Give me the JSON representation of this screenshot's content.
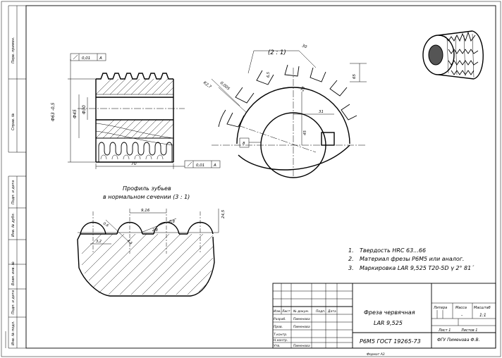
{
  "side_columns": [
    "Перв. примен.",
    "Справ. №",
    "Подп. и дата",
    "Инв. № дубл.",
    "Взам. инв. №",
    "Подп. и дата",
    "Инв. № подл."
  ],
  "section_view": {
    "scale_label": "(2 : 1)",
    "dimensions": [
      "30",
      "R2,7",
      "0,005",
      "23",
      "31",
      "65",
      "45",
      "6,5"
    ],
    "surface_marker": "8"
  },
  "main_view": {
    "tolerance_top": [
      "0,01",
      "А"
    ],
    "tolerance_bottom": [
      "0,01",
      "А"
    ],
    "diameters": [
      "Ф63 -0,5",
      "Ф45",
      "Ф30"
    ],
    "length": "70"
  },
  "tooth_profile": {
    "title_line1": "Профиль зубьев",
    "title_line2": "в нормальном сечении (3 : 1)",
    "dimensions": [
      "9,16",
      "0,8",
      "0,6",
      "3,2",
      "4,5",
      "2,8",
      "24,5"
    ]
  },
  "notes": [
    {
      "num": "1.",
      "text": "Твердость HRC 63...66"
    },
    {
      "num": "2.",
      "text": "Материал фрезы Р6М5 или аналог."
    },
    {
      "num": "3.",
      "text": "Маркировка LAR 9,525 Т20-5D  γ 2° 81´"
    }
  ],
  "title_block": {
    "header_cols": [
      "Изм.",
      "Лист",
      "№ докум.",
      "Подп.",
      "Дата"
    ],
    "rows": [
      {
        "role": "Разраб.",
        "name": "Пименова"
      },
      {
        "role": "Пров.",
        "name": "Пименова"
      },
      {
        "role": "Т.контр.",
        "name": ""
      },
      {
        "role": "Н.контр.",
        "name": ""
      },
      {
        "role": "Утв.",
        "name": "Пименова"
      }
    ],
    "title_line1": "Фреза червячная",
    "title_line2": "LAR 9,525",
    "material": "Р6М5 ГОСТ 19265-73",
    "stage_headers": [
      "Литера",
      "Масса",
      "Масштаб"
    ],
    "mass": "-",
    "scale": "1:1",
    "sheet": "Лист 1",
    "sheets": "Листов 1",
    "org": "ФГУ Пименова Ф.В.",
    "format": "Формат А3"
  }
}
